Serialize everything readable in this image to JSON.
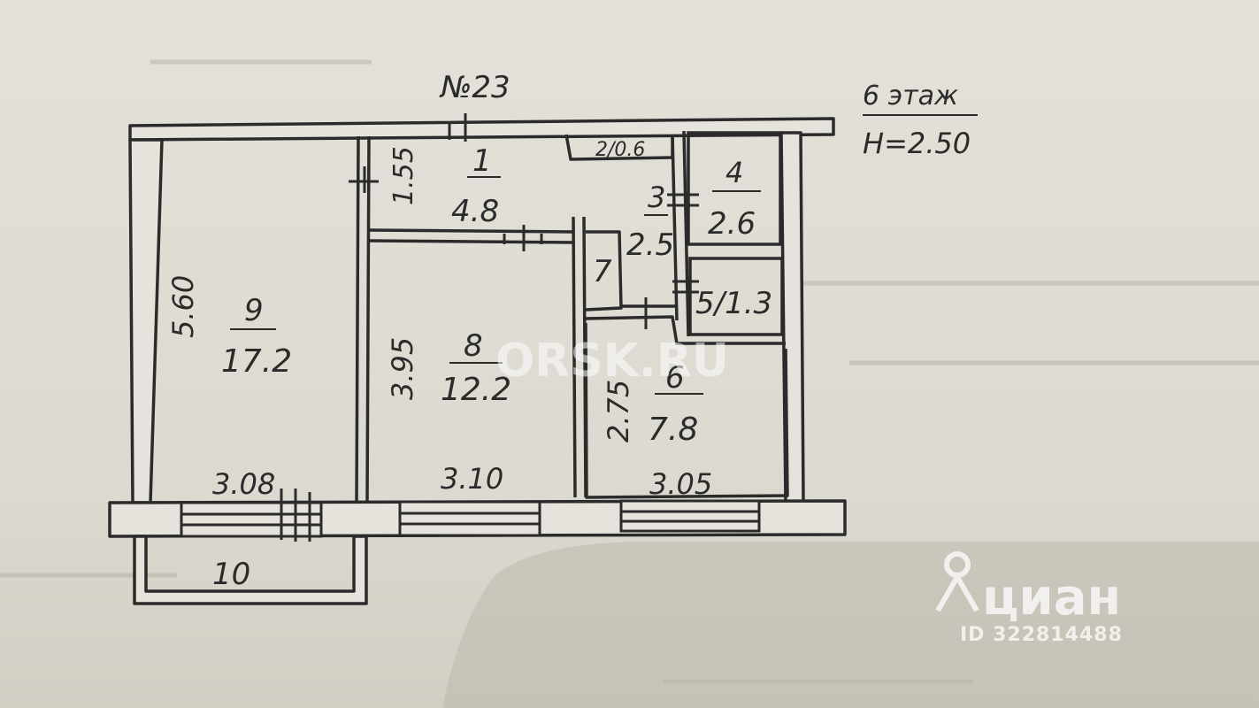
{
  "plan": {
    "apartment_number": "№23",
    "floor_label": "6 этаж",
    "ceiling_height": "H=2.50",
    "rooms": [
      {
        "number": "1",
        "area": "4.8"
      },
      {
        "number": "3",
        "area": "2.5"
      },
      {
        "number": "4",
        "area": "2.6"
      },
      {
        "number": "5",
        "area": "1.3",
        "label": "5/1.3"
      },
      {
        "number": "6",
        "area": "7.8"
      },
      {
        "number": "7",
        "label": "7"
      },
      {
        "number": "8",
        "area": "12.2"
      },
      {
        "number": "9",
        "area": "17.2"
      },
      {
        "number": "10",
        "label": "10"
      },
      {
        "number": "2",
        "area": "0.6",
        "label": "2/0.6"
      }
    ],
    "dimensions": {
      "room1_height": "1.55",
      "room9_height": "5.60",
      "room9_width": "3.08",
      "room8_height": "3.95",
      "room8_width": "3.10",
      "room6_height": "2.75",
      "room6_width": "3.05"
    }
  },
  "watermarks": {
    "site": "ORSK.RU",
    "brand": "циан",
    "listing_id": "ID 322814488"
  },
  "colors": {
    "paper": "#dedbd2",
    "ink": "#2b2b2b",
    "wall_fill": "#e6e3dc"
  }
}
